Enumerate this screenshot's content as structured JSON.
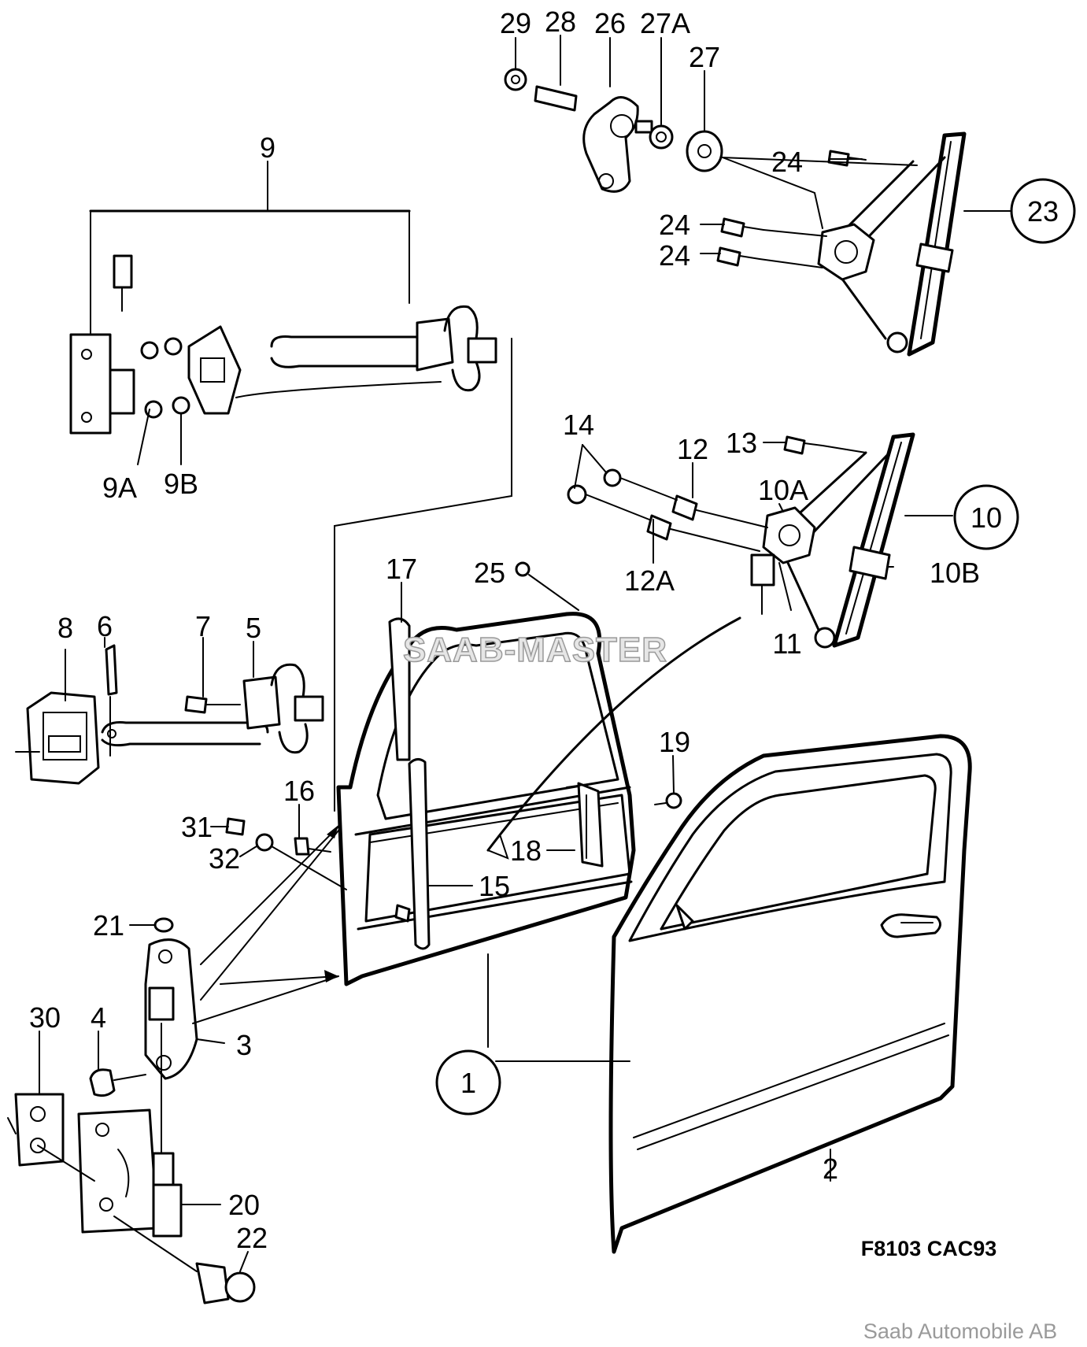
{
  "diagram": {
    "callouts": {
      "c29": "29",
      "c28": "28",
      "c26": "26",
      "c27A": "27A",
      "c27": "27",
      "c24a": "24",
      "c24b": "24",
      "c24c": "24",
      "c23": "23",
      "c9": "9",
      "c9A": "9A",
      "c9B": "9B",
      "c14": "14",
      "c12": "12",
      "c13": "13",
      "c10A": "10A",
      "c10": "10",
      "c12A": "12A",
      "c10B": "10B",
      "c11": "11",
      "c17": "17",
      "c25": "25",
      "c8": "8",
      "c6": "6",
      "c7": "7",
      "c5": "5",
      "c19": "19",
      "c16": "16",
      "c31": "31",
      "c32": "32",
      "c18": "18",
      "c15": "15",
      "c21": "21",
      "c3": "3",
      "c30": "30",
      "c4": "4",
      "c1": "1",
      "c2": "2",
      "c20": "20",
      "c22": "22"
    },
    "watermark": "SAAB-MASTER",
    "figure_code": "F8103 CAC93",
    "copyright": "Saab Automobile AB"
  }
}
